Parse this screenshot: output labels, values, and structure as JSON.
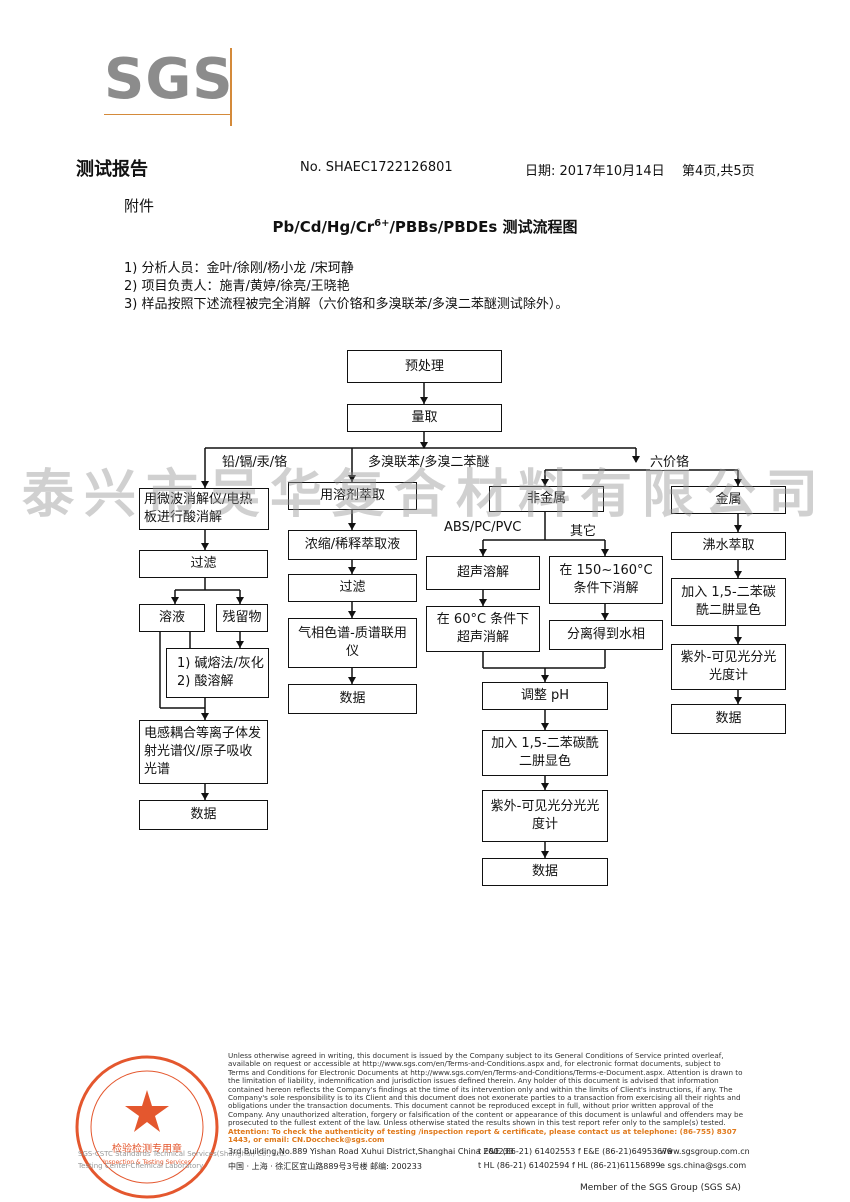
{
  "header": {
    "title": "测试报告",
    "report_no": "No. SHAEC1722126801",
    "date": "日期: 2017年10月14日",
    "page": "第4页,共5页"
  },
  "logo": {
    "text": "SGS"
  },
  "appendix": "附件",
  "process_title": {
    "main": "Pb/Cd/Hg/Cr",
    "sup": "6+",
    "rest": "/PBBs/PBDEs  测试流程图"
  },
  "notes": [
    "1) 分析人员：金叶/徐刚/杨小龙 /宋珂静",
    "2) 项目负责人：施青/黄婷/徐亮/王晓艳",
    "3) 样品按照下述流程被完全消解（六价铬和多溴联苯/多溴二苯醚测试除外）。"
  ],
  "watermark": "泰兴市吴华复合材料有限公司",
  "flow": {
    "pretreat": "预处理",
    "weigh": "量取",
    "branch_labels": {
      "metals": "铅/镉/汞/铬",
      "pbb": "多溴联苯/多溴二苯醚",
      "cr6": "六价铬",
      "abs": "ABS/PC/PVC",
      "other": "其它"
    },
    "col1": {
      "digest": "用微波消解仪/电热板进行酸消解",
      "filter": "过滤",
      "solution": "溶液",
      "residue": "残留物",
      "residue_steps": "1) 碱熔法/灰化\n2) 酸溶解",
      "icp": "电感耦合等离子体发射光谱仪/原子吸收光谱",
      "data": "数据"
    },
    "col2": {
      "extract": "用溶剂萃取",
      "concentrate": "浓缩/稀释萃取液",
      "filter": "过滤",
      "gcms": "气相色谱-质谱联用仪",
      "data": "数据"
    },
    "col3": {
      "nonmetal": "非金属",
      "ultra": "超声溶解",
      "ultra60": "在 60°C 条件下超声消解",
      "heat": "在 150~160°C 条件下消解",
      "separate": "分离得到水相",
      "ph": "调整 pH",
      "dpc": "加入 1,5-二苯碳酰二肼显色",
      "uv": "紫外-可见光分光光度计",
      "data": "数据"
    },
    "col4": {
      "metal": "金属",
      "boil": "沸水萃取",
      "dpc": "加入 1,5-二苯碳酰二肼显色",
      "uv": "紫外-可见光分光光度计",
      "data": "数据"
    }
  },
  "footer": {
    "disclaimer": "Unless otherwise agreed in writing, this document is issued by the Company subject to its General Conditions of Service printed overleaf, available on request or accessible at http://www.sgs.com/en/Terms-and-Conditions.aspx and, for electronic format documents, subject to Terms and Conditions for Electronic Documents at http://www.sgs.com/en/Terms-and-Conditions/Terms-e-Document.aspx. Attention is drawn to the limitation of liability, indemnification and jurisdiction issues defined therein. Any holder of this document is advised that information contained hereon reflects the Company's findings at the time of its intervention only and within the limits of Client's instructions, if any. The Company's sole responsibility is to its Client and this document does not exonerate parties to a transaction from exercising all their rights and obligations under the transaction documents. This document cannot be reproduced except in full, without prior written approval of the Company. Any unauthorized alteration, forgery or falsification of the content or appearance of this document is unlawful and offenders may be prosecuted to the fullest extent of the law. Unless otherwise stated the results shown in this test report refer only to the sample(s) tested.",
    "attention": "Attention: To check the authenticity of testing /inspection report & certificate, please contact us at telephone: (86-755) 8307 1443, or email: CN.Doccheck@sgs.com",
    "addr_en": "3rd Building,No.889 Yishan Road Xuhui District,Shanghai China    200233",
    "addr_cn": "中国 · 上海 · 徐汇区宜山路889号3号楼    邮编: 200233",
    "tel1": "t E&E (86-21) 61402553   f E&E (86-21)64953679",
    "tel2": "t HL (86-21) 61402594   f HL (86-21)61156899",
    "web": "www.sgsgroup.com.cn",
    "email": "e  sgs.china@sgs.com",
    "company_cn": "SGS-CSTC Standards Technical Services(Shanghai) Co., Ltd.",
    "company_en": "Testing Center-Chemical Laboratory",
    "stamp_text": "检验检测专用章",
    "stamp_en": "Inspection & Testing Services",
    "member": "Member of the SGS Group (SGS SA)"
  }
}
